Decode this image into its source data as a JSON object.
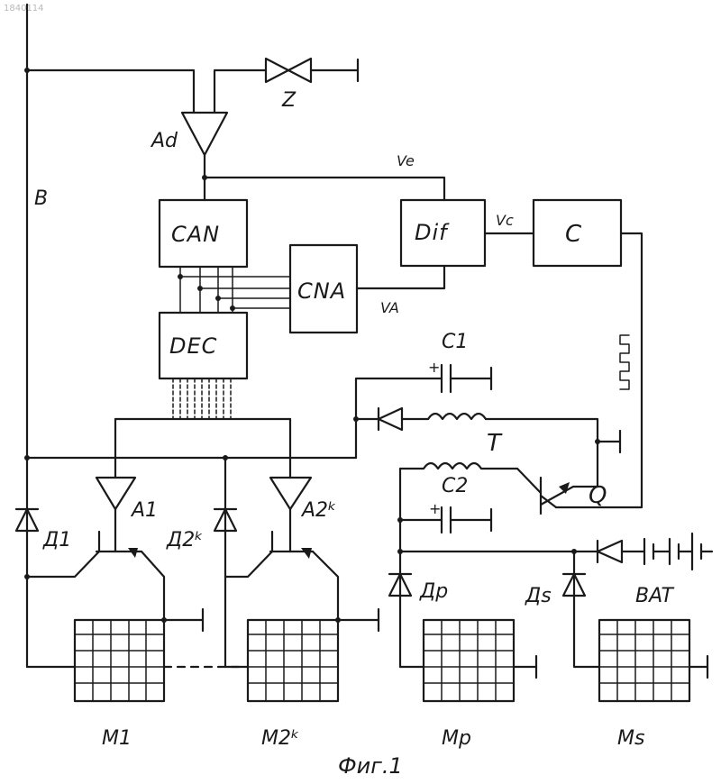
{
  "document_id": "1840114",
  "caption": "Фиг.1",
  "blocks": {
    "can": "CAN",
    "dif": "Dif",
    "c": "C",
    "cna": "CNA",
    "dec": "DEC"
  },
  "labels": {
    "z": "Z",
    "ad": "Ad",
    "ve": "Ve",
    "b": "B",
    "vc": "Vc",
    "va": "VA",
    "c1": "C1",
    "c2": "C2",
    "t": "T",
    "q": "Q",
    "plus_c1": "+",
    "plus_c2": "+",
    "amp_a1": "A1",
    "amp_a2k": "A2ᵏ",
    "diode_d1": "Д1",
    "diode_d2k": "Д2ᵏ",
    "diode_dp": "Дp",
    "diode_ds": "Дs",
    "bat": "BAT"
  },
  "modules": {
    "m1": "M1",
    "m2k": "M2ᵏ",
    "mp": "Mp",
    "ms": "Ms"
  }
}
